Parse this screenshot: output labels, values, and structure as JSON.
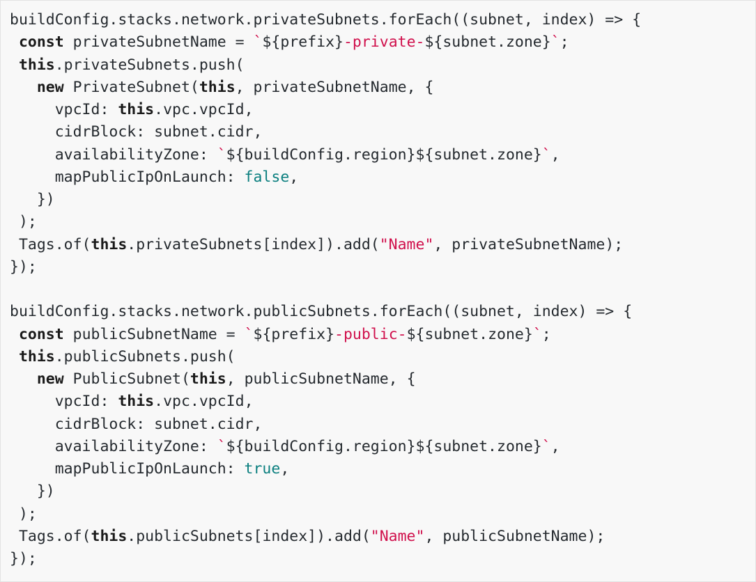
{
  "code": {
    "language": "typescript",
    "colors": {
      "string": "#d0104c",
      "boolean": "#0b7f7f",
      "text": "#24292e",
      "background": "#f8f8f8"
    },
    "lines": [
      [
        [
          "n",
          "buildConfig.stacks.network.privateSubnets.forEach((subnet, index) => {"
        ]
      ],
      [
        [
          "n",
          " "
        ],
        [
          "k",
          "const"
        ],
        [
          "n",
          " privateSubnetName = "
        ],
        [
          "s",
          "`"
        ],
        [
          "n",
          "${prefix}"
        ],
        [
          "s",
          "-private-"
        ],
        [
          "n",
          "${subnet.zone}"
        ],
        [
          "s",
          "`"
        ],
        [
          "n",
          ";"
        ]
      ],
      [
        [
          "n",
          " "
        ],
        [
          "k",
          "this"
        ],
        [
          "n",
          ".privateSubnets.push("
        ]
      ],
      [
        [
          "n",
          "   "
        ],
        [
          "k",
          "new"
        ],
        [
          "n",
          " PrivateSubnet("
        ],
        [
          "k",
          "this"
        ],
        [
          "n",
          ", privateSubnetName, {"
        ]
      ],
      [
        [
          "n",
          "     vpcId: "
        ],
        [
          "k",
          "this"
        ],
        [
          "n",
          ".vpc.vpcId,"
        ]
      ],
      [
        [
          "n",
          "     cidrBlock: subnet.cidr,"
        ]
      ],
      [
        [
          "n",
          "     availabilityZone: "
        ],
        [
          "s",
          "`"
        ],
        [
          "n",
          "${buildConfig.region}${subnet.zone}"
        ],
        [
          "s",
          "`"
        ],
        [
          "n",
          ","
        ]
      ],
      [
        [
          "n",
          "     mapPublicIpOnLaunch: "
        ],
        [
          "b",
          "false"
        ],
        [
          "n",
          ","
        ]
      ],
      [
        [
          "n",
          "   })"
        ]
      ],
      [
        [
          "n",
          " );"
        ]
      ],
      [
        [
          "n",
          " Tags.of("
        ],
        [
          "k",
          "this"
        ],
        [
          "n",
          ".privateSubnets[index]).add("
        ],
        [
          "s",
          "\"Name\""
        ],
        [
          "n",
          ", privateSubnetName);"
        ]
      ],
      [
        [
          "n",
          "});"
        ]
      ],
      [
        [
          "n",
          ""
        ]
      ],
      [
        [
          "n",
          "buildConfig.stacks.network.publicSubnets.forEach((subnet, index) => {"
        ]
      ],
      [
        [
          "n",
          " "
        ],
        [
          "k",
          "const"
        ],
        [
          "n",
          " publicSubnetName = "
        ],
        [
          "s",
          "`"
        ],
        [
          "n",
          "${prefix}"
        ],
        [
          "s",
          "-public-"
        ],
        [
          "n",
          "${subnet.zone}"
        ],
        [
          "s",
          "`"
        ],
        [
          "n",
          ";"
        ]
      ],
      [
        [
          "n",
          " "
        ],
        [
          "k",
          "this"
        ],
        [
          "n",
          ".publicSubnets.push("
        ]
      ],
      [
        [
          "n",
          "   "
        ],
        [
          "k",
          "new"
        ],
        [
          "n",
          " PublicSubnet("
        ],
        [
          "k",
          "this"
        ],
        [
          "n",
          ", publicSubnetName, {"
        ]
      ],
      [
        [
          "n",
          "     vpcId: "
        ],
        [
          "k",
          "this"
        ],
        [
          "n",
          ".vpc.vpcId,"
        ]
      ],
      [
        [
          "n",
          "     cidrBlock: subnet.cidr,"
        ]
      ],
      [
        [
          "n",
          "     availabilityZone: "
        ],
        [
          "s",
          "`"
        ],
        [
          "n",
          "${buildConfig.region}${subnet.zone}"
        ],
        [
          "s",
          "`"
        ],
        [
          "n",
          ","
        ]
      ],
      [
        [
          "n",
          "     mapPublicIpOnLaunch: "
        ],
        [
          "b",
          "true"
        ],
        [
          "n",
          ","
        ]
      ],
      [
        [
          "n",
          "   })"
        ]
      ],
      [
        [
          "n",
          " );"
        ]
      ],
      [
        [
          "n",
          " Tags.of("
        ],
        [
          "k",
          "this"
        ],
        [
          "n",
          ".publicSubnets[index]).add("
        ],
        [
          "s",
          "\"Name\""
        ],
        [
          "n",
          ", publicSubnetName);"
        ]
      ],
      [
        [
          "n",
          "});"
        ]
      ]
    ]
  }
}
